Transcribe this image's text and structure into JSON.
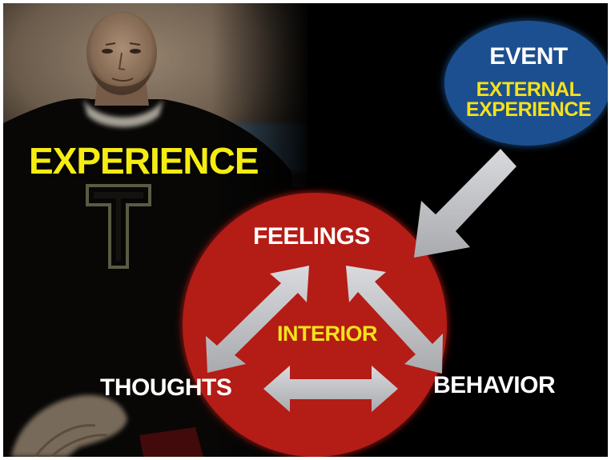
{
  "diagram": {
    "title": "EXPERIENCE",
    "event": {
      "heading": "EVENT",
      "subheading_line1": "EXTERNAL",
      "subheading_line2": "EXPERIENCE"
    },
    "interior": {
      "center_label": "INTERIOR",
      "nodes": {
        "top": "FEELINGS",
        "left": "THOUGHTS",
        "right": "BEHAVIOR"
      }
    },
    "colors": {
      "title": "#f5ec12",
      "event_circle": "#1b4f8f",
      "interior_circle": "#b41a17",
      "arrows": "#c9cacd",
      "node_text": "#ffffff",
      "accent_text": "#f5e21a"
    },
    "relationships": [
      {
        "from": "EVENT",
        "to": "INTERIOR",
        "type": "one-way"
      },
      {
        "from": "THOUGHTS",
        "to": "FEELINGS",
        "type": "two-way"
      },
      {
        "from": "FEELINGS",
        "to": "BEHAVIOR",
        "type": "two-way"
      },
      {
        "from": "THOUGHTS",
        "to": "BEHAVIOR",
        "type": "two-way"
      }
    ]
  }
}
